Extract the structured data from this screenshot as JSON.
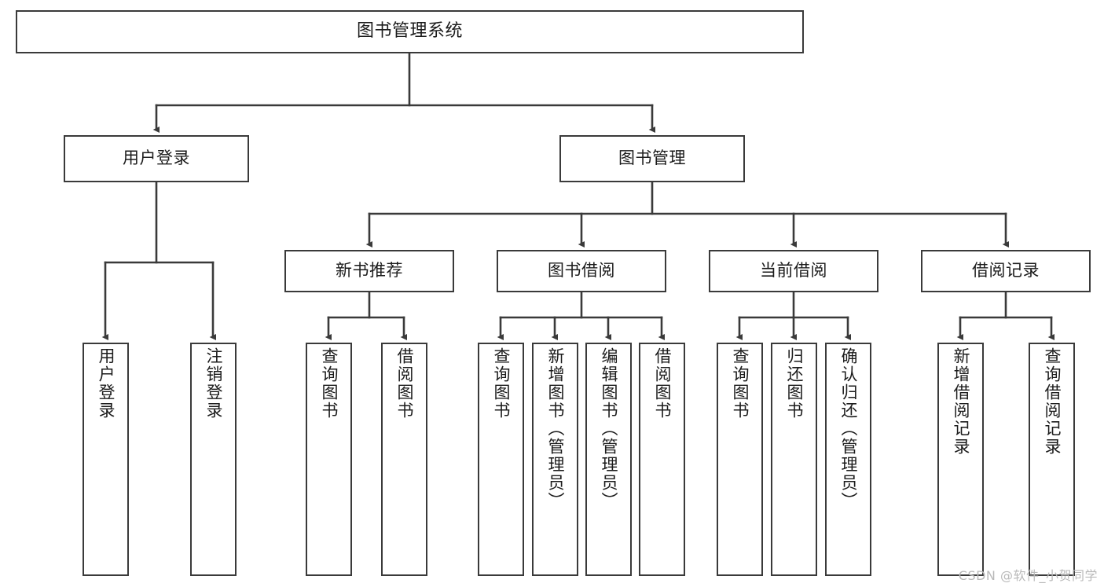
{
  "diagram": {
    "title": "图书管理系统",
    "type": "tree-hierarchy",
    "orientation": "top-down",
    "colors": {
      "box_border": "#3a3a3a",
      "box_fill": "#ffffff",
      "connector": "#3a3a3a",
      "text": "#1b1b1b",
      "watermark": "#b9b9b9",
      "background": "#ffffff"
    },
    "watermark": "CSDN @软件_小贺同学"
  },
  "nodes": {
    "root": {
      "label": "图书管理系统"
    },
    "level2": [
      {
        "label": "用户登录"
      },
      {
        "label": "图书管理"
      }
    ],
    "level3": [
      {
        "label": "新书推荐"
      },
      {
        "label": "图书借阅"
      },
      {
        "label": "当前借阅"
      },
      {
        "label": "借阅记录"
      }
    ],
    "leaves_user_login": [
      {
        "label": "用户登录"
      },
      {
        "label": "注销登录"
      }
    ],
    "leaves_new_book": [
      {
        "label": "查询图书"
      },
      {
        "label": "借阅图书"
      }
    ],
    "leaves_borrow": [
      {
        "label": "查询图书"
      },
      {
        "label": "新增图书（管理员）"
      },
      {
        "label": "编辑图书（管理员）"
      },
      {
        "label": "借阅图书"
      }
    ],
    "leaves_current": [
      {
        "label": "查询图书"
      },
      {
        "label": "归还图书"
      },
      {
        "label": "确认归还（管理员）"
      }
    ],
    "leaves_records": [
      {
        "label": "新增借阅记录"
      },
      {
        "label": "查询借阅记录"
      }
    ]
  }
}
